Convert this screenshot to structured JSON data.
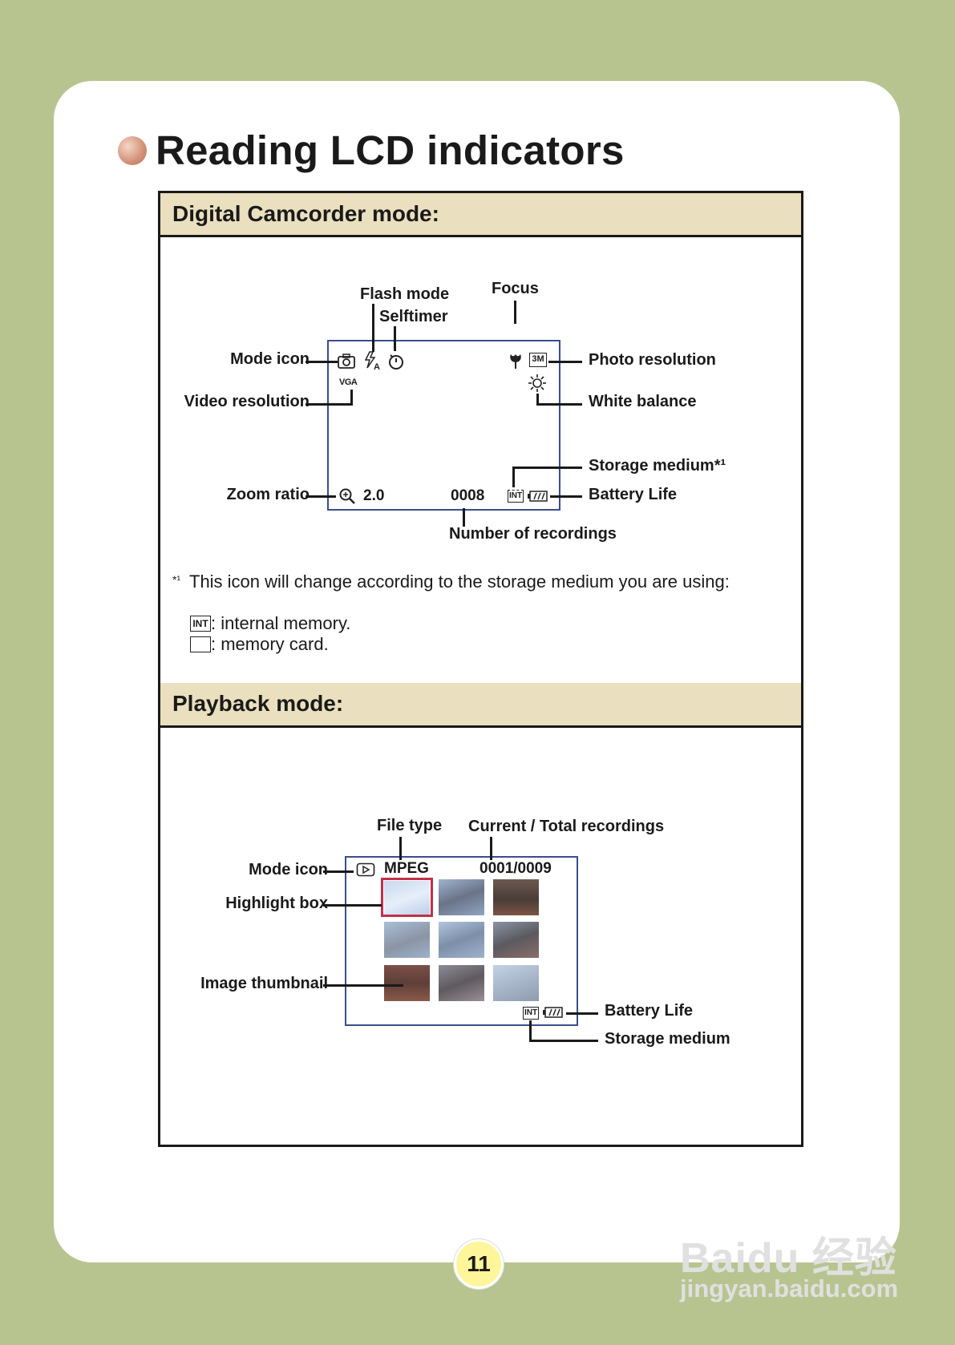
{
  "page": {
    "title": "Reading LCD indicators",
    "page_number": "11"
  },
  "camcorder": {
    "heading": "Digital Camcorder mode:",
    "labels": {
      "flash_mode": "Flash mode",
      "selftimer": "Selftimer",
      "focus": "Focus",
      "mode_icon": "Mode icon",
      "video_resolution": "Video resolution",
      "photo_resolution": "Photo resolution",
      "white_balance": "White balance",
      "storage_medium": "Storage medium*¹",
      "battery_life": "Battery Life",
      "zoom_ratio": "Zoom ratio",
      "number_of_recordings": "Number of recordings"
    },
    "lcd": {
      "vga": "VGA",
      "photo_res": "3M",
      "zoom_value": "2.0",
      "count": "0008",
      "int": "INT"
    },
    "footnote": {
      "mark": "*¹",
      "text": "This icon will change according to the storage medium you are using:",
      "internal": ": internal memory.",
      "card": ": memory card."
    }
  },
  "playback": {
    "heading": "Playback mode:",
    "labels": {
      "file_type": "File type",
      "current_total": "Current / Total recordings",
      "mode_icon": "Mode icon",
      "highlight_box": "Highlight box",
      "image_thumbnail": "Image thumbnail",
      "battery_life": "Battery Life",
      "storage_medium": "Storage medium"
    },
    "lcd": {
      "file_type": "MPEG",
      "counter": "0001/0009",
      "int": "INT"
    }
  },
  "watermark": {
    "brand": "Baidu 经验",
    "url": "jingyan.baidu.com"
  },
  "colors": {
    "background": "#b8c490",
    "section_header": "#eadfbe",
    "lcd_border": "#3a4d8c",
    "highlight": "#c0304a",
    "page_number_bg": "#fff59a"
  }
}
